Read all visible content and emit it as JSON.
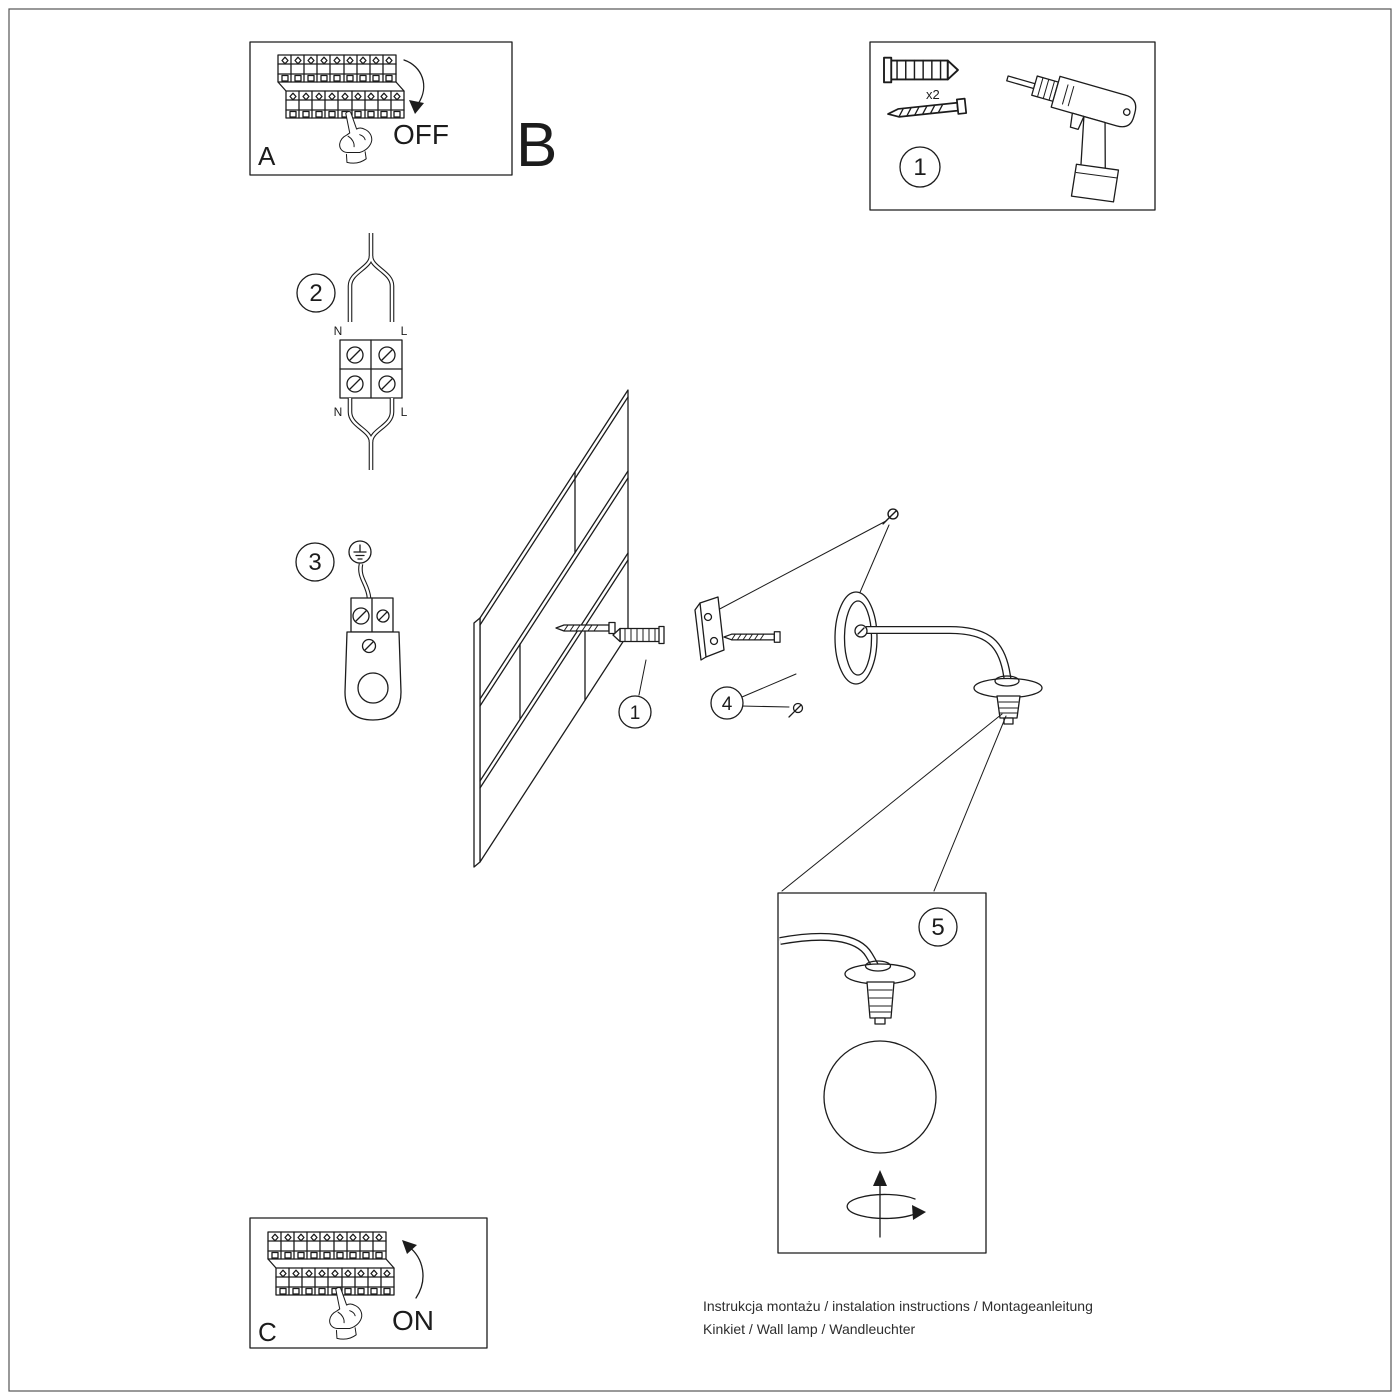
{
  "colors": {
    "line": "#1c1c1c",
    "background": "#ffffff",
    "border": "#555555"
  },
  "breaker_off": {
    "letter": "A",
    "state_label": "OFF"
  },
  "section_b": {
    "letter": "B"
  },
  "breaker_on": {
    "letter": "C",
    "state_label": "ON"
  },
  "tools": {
    "step": "1",
    "anchor_count": "x2"
  },
  "wiring": {
    "step": "2",
    "top_left": "N",
    "top_right": "L",
    "bottom_left": "N",
    "bottom_right": "L"
  },
  "socket_step": {
    "step": "3"
  },
  "mounting": {
    "anchor_step": "1",
    "canopy_step": "4"
  },
  "globe_step": {
    "step": "5"
  },
  "footer": {
    "line1": "Instrukcja montażu / instalation instructions / Montageanleitung",
    "line2": "Kinkiet / Wall lamp / Wandleuchter"
  }
}
